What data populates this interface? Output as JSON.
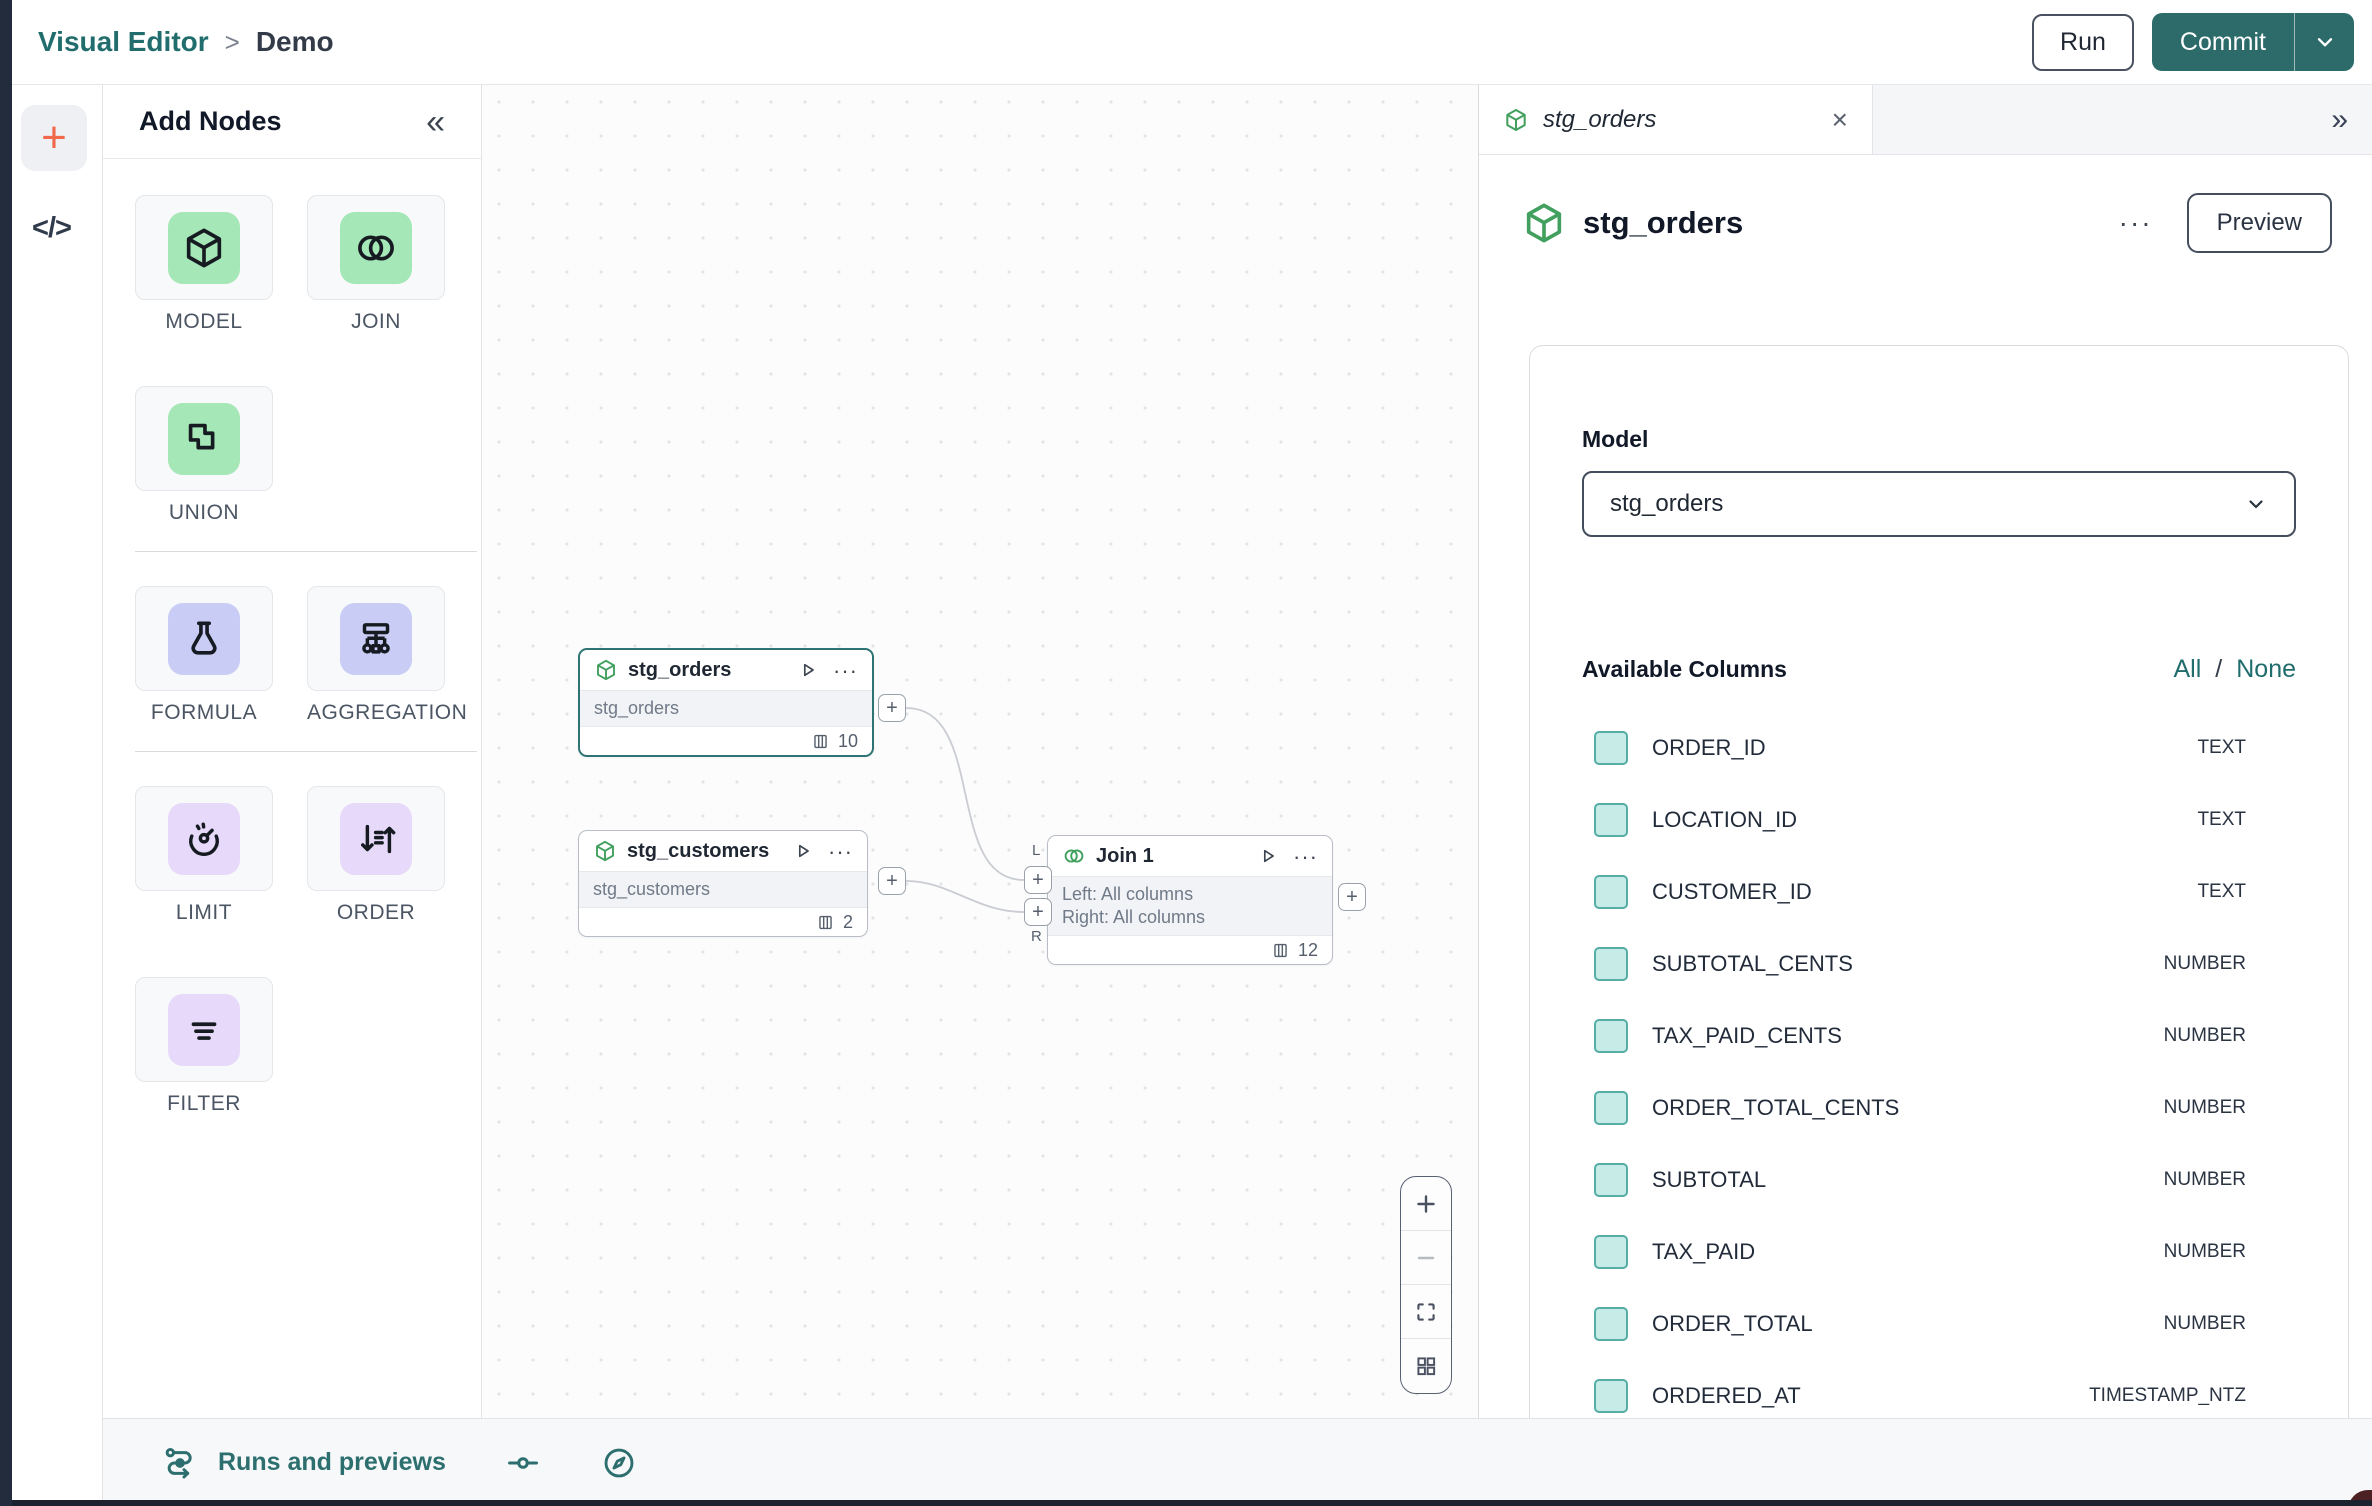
{
  "topbar": {
    "breadcrumb": {
      "app": "Visual Editor",
      "separator": ">",
      "page": "Demo"
    },
    "run_label": "Run",
    "commit_label": "Commit"
  },
  "left_rail": {
    "add_glyph": "+",
    "code_glyph": "</>"
  },
  "add_nodes": {
    "title": "Add Nodes",
    "collapse_glyph": "«",
    "groups": [
      {
        "items": [
          {
            "label": "MODEL",
            "icon": "model",
            "color": "green"
          },
          {
            "label": "JOIN",
            "icon": "join",
            "color": "green"
          },
          {
            "label": "UNION",
            "icon": "union",
            "color": "green"
          }
        ]
      },
      {
        "items": [
          {
            "label": "FORMULA",
            "icon": "formula",
            "color": "indigo"
          },
          {
            "label": "AGGREGATION",
            "icon": "aggregation",
            "color": "indigo"
          }
        ]
      },
      {
        "items": [
          {
            "label": "LIMIT",
            "icon": "limit",
            "color": "lavender"
          },
          {
            "label": "ORDER",
            "icon": "order",
            "color": "lavender"
          },
          {
            "label": "FILTER",
            "icon": "filter",
            "color": "lavender"
          }
        ]
      }
    ]
  },
  "canvas": {
    "nodes": {
      "stg_orders": {
        "title": "stg_orders",
        "model": "stg_orders",
        "columns_count": "10",
        "menu_glyph": "···"
      },
      "stg_customers": {
        "title": "stg_customers",
        "model": "stg_customers",
        "columns_count": "2",
        "menu_glyph": "···"
      },
      "join1": {
        "title": "Join 1",
        "left_line": "Left: All columns",
        "right_line": "Right: All columns",
        "columns_count": "12",
        "left_port": "L",
        "right_port": "R",
        "menu_glyph": "···"
      }
    },
    "port_glyph": "+"
  },
  "right_panel": {
    "tab": {
      "label": "stg_orders",
      "close_glyph": "×",
      "expand_glyph": "»"
    },
    "header": {
      "title": "stg_orders",
      "menu_glyph": "···",
      "preview_label": "Preview"
    },
    "model_field": {
      "label": "Model",
      "value": "stg_orders"
    },
    "columns_section": {
      "label": "Available Columns",
      "select_all": "All",
      "slash": "/",
      "select_none": "None",
      "columns": [
        {
          "name": "ORDER_ID",
          "type": "TEXT"
        },
        {
          "name": "LOCATION_ID",
          "type": "TEXT"
        },
        {
          "name": "CUSTOMER_ID",
          "type": "TEXT"
        },
        {
          "name": "SUBTOTAL_CENTS",
          "type": "NUMBER"
        },
        {
          "name": "TAX_PAID_CENTS",
          "type": "NUMBER"
        },
        {
          "name": "ORDER_TOTAL_CENTS",
          "type": "NUMBER"
        },
        {
          "name": "SUBTOTAL",
          "type": "NUMBER"
        },
        {
          "name": "TAX_PAID",
          "type": "NUMBER"
        },
        {
          "name": "ORDER_TOTAL",
          "type": "NUMBER"
        },
        {
          "name": "ORDERED_AT",
          "type": "TIMESTAMP_NTZ"
        }
      ]
    }
  },
  "bottom_bar": {
    "runs_label": "Runs and previews"
  },
  "colors": {
    "accent_teal": "#2d6b6b",
    "green_icon_bg": "#a5e7b7",
    "indigo_icon_bg": "#c9ccf4",
    "lavender_icon_bg": "#e7d9f9",
    "checkbox_fill": "#c7ebe6",
    "checkbox_border": "#55ada5",
    "selected_node_border": "#2e7474",
    "node_icon_green": "#42a05f"
  }
}
